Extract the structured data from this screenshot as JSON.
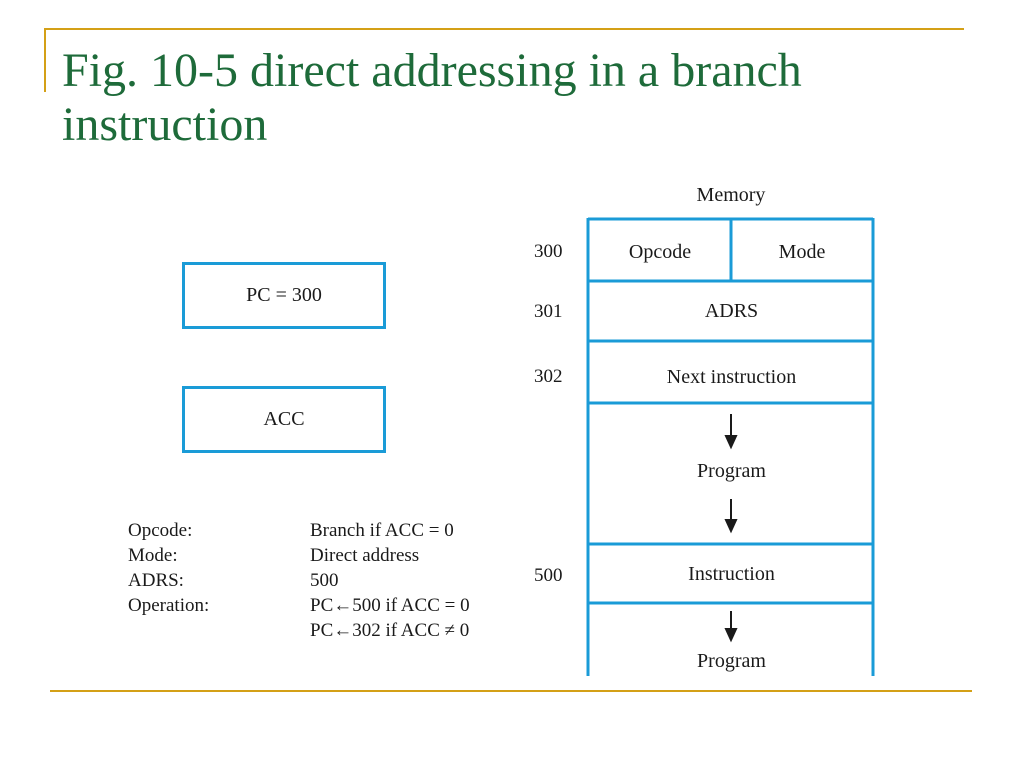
{
  "slide": {
    "title": "Fig. 10-5 direct addressing in a branch instruction",
    "colors": {
      "title": "#1e6b3a",
      "rule": "#d4a017",
      "box_border": "#1a9bd7"
    }
  },
  "registers": {
    "pc": "PC = 300",
    "acc": "ACC"
  },
  "legend": [
    {
      "key": "Opcode:",
      "value": "Branch if ACC = 0"
    },
    {
      "key": "Mode:",
      "value": "Direct address"
    },
    {
      "key": "ADRS:",
      "value": "500"
    },
    {
      "key": "Operation:",
      "value": "PC←500 if ACC = 0"
    },
    {
      "key": "",
      "value": "PC←302 if ACC ≠ 0"
    }
  ],
  "memory": {
    "heading": "Memory",
    "addresses": {
      "a300": "300",
      "a301": "301",
      "a302": "302",
      "a500": "500"
    },
    "cells": {
      "opcode": "Opcode",
      "mode": "Mode",
      "adrs": "ADRS",
      "next": "Next instruction",
      "program1": "Program",
      "instruction": "Instruction",
      "program2": "Program"
    },
    "arrow_icon": "down-arrow-icon"
  }
}
